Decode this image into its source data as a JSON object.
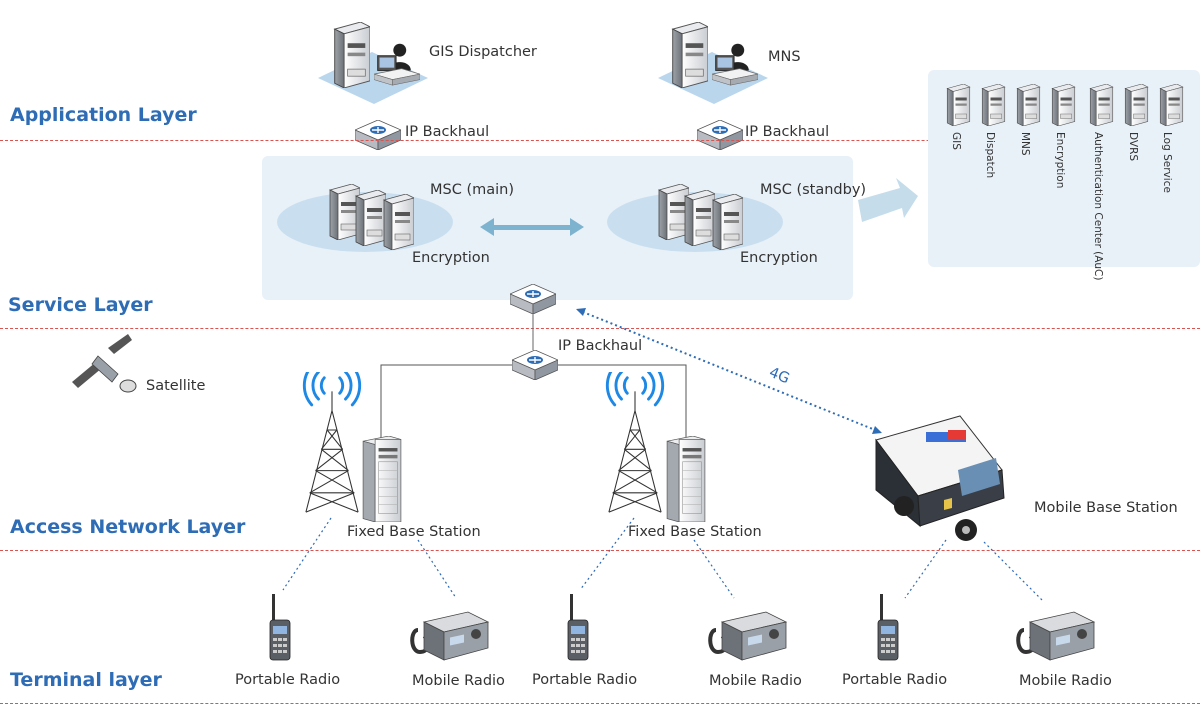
{
  "layers": {
    "application": "Application Layer",
    "service": "Service Layer",
    "access": "Access Network Layer",
    "terminal": "Terminal layer"
  },
  "application": {
    "gis_dispatcher": "GIS Dispatcher",
    "mns": "MNS",
    "ip_backhaul_left": "IP Backhaul",
    "ip_backhaul_right": "IP Backhaul"
  },
  "services_panel": {
    "items": [
      "GIS",
      "Dispatch",
      "MNS",
      "Encryption",
      "Authentication Center (AuC)",
      "DVRS",
      "Log Service"
    ]
  },
  "service": {
    "msc_main": "MSC (main)",
    "msc_standby": "MSC (standby)",
    "encryption_main": "Encryption",
    "encryption_standby": "Encryption"
  },
  "access": {
    "ip_backhaul": "IP Backhaul",
    "satellite": "Satellite",
    "link_4g": "4G",
    "fixed_base_station_1": "Fixed Base Station",
    "fixed_base_station_2": "Fixed Base Station",
    "mobile_base_station": "Mobile Base Station"
  },
  "terminals": {
    "portable_radio_1": "Portable Radio",
    "mobile_radio_1": "Mobile Radio",
    "portable_radio_2": "Portable Radio",
    "mobile_radio_2": "Mobile Radio",
    "portable_radio_3": "Portable Radio",
    "mobile_radio_3": "Mobile Radio"
  },
  "colors": {
    "layer_label": "#2e6cb5",
    "divider": "#d9534f",
    "panel": "#e8f1f8",
    "link_4g": "#2e6cb5",
    "radio_wave": "#1e88e5"
  }
}
